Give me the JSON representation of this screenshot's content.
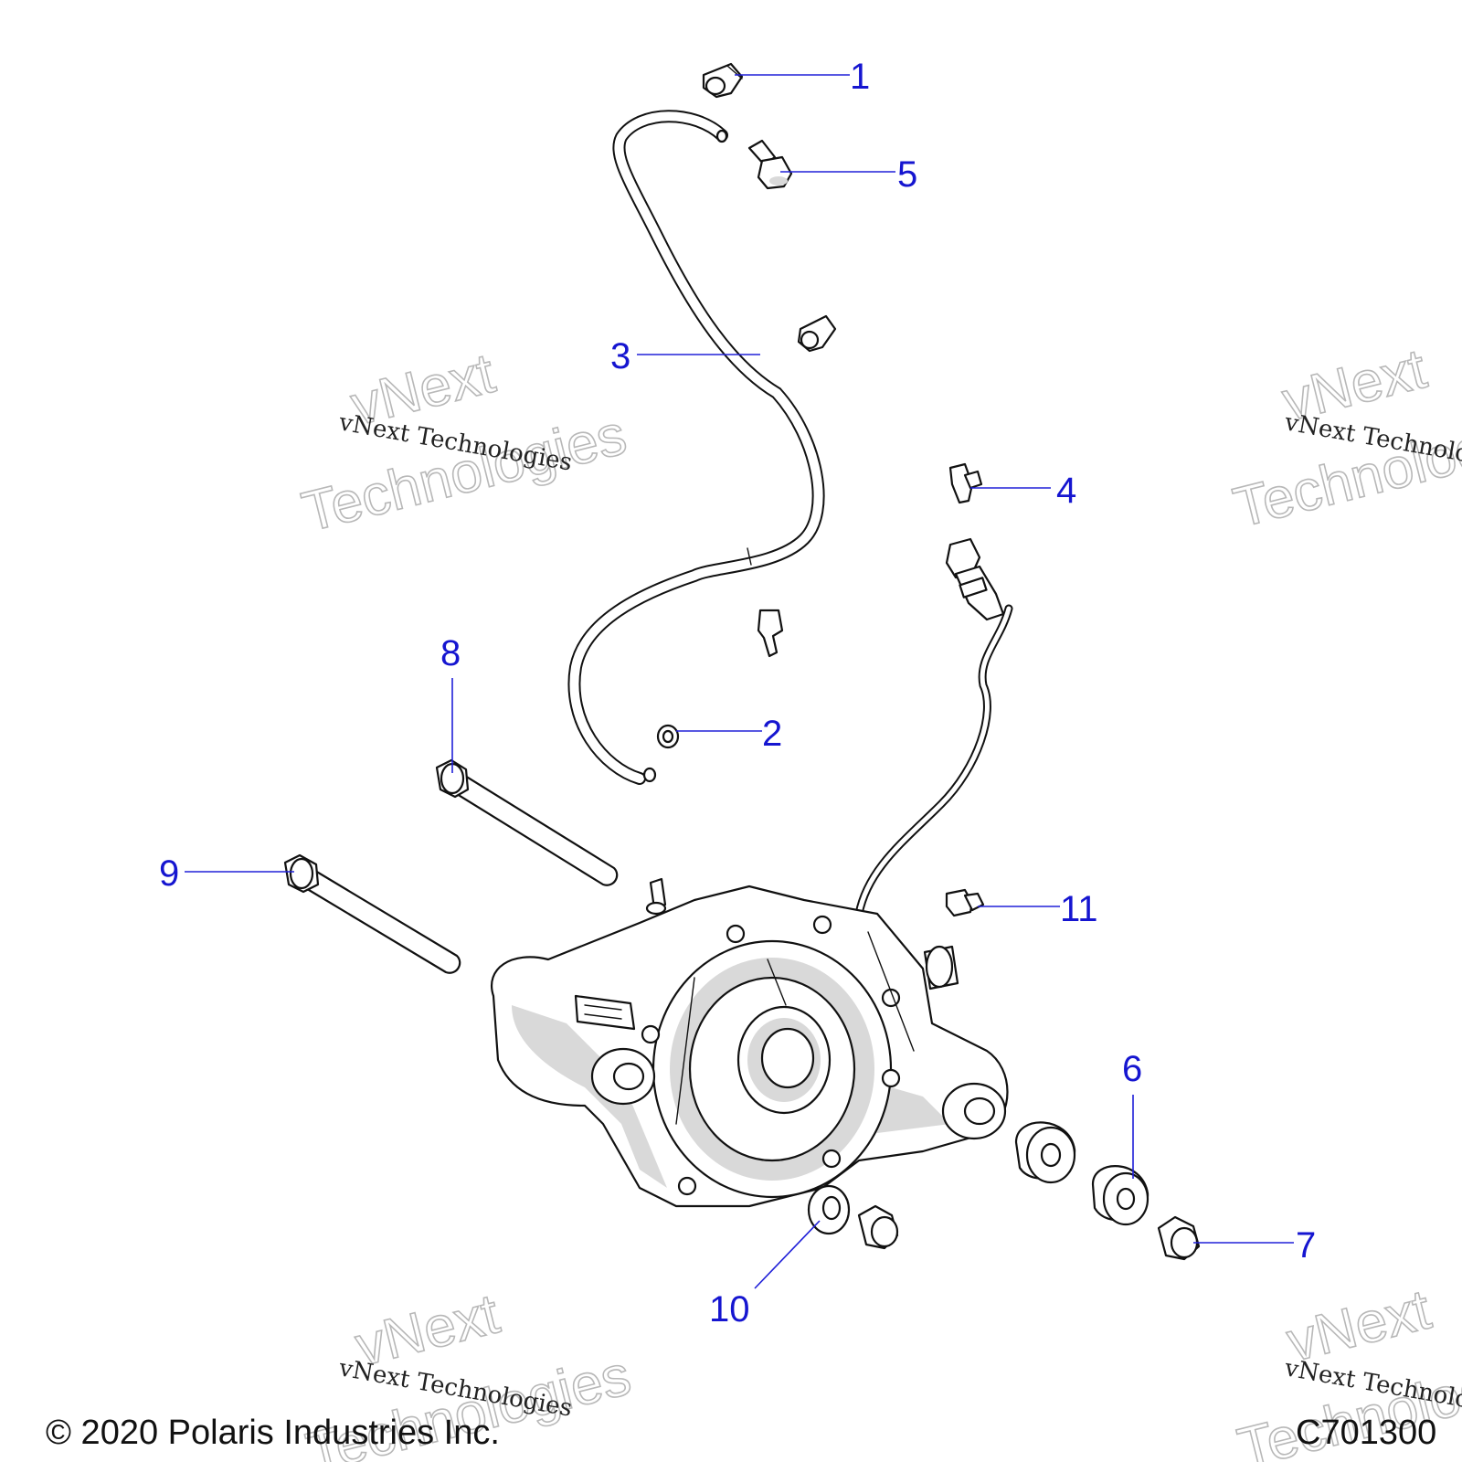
{
  "callouts": [
    {
      "id": "1",
      "label": "1"
    },
    {
      "id": "2",
      "label": "2"
    },
    {
      "id": "3",
      "label": "3"
    },
    {
      "id": "4",
      "label": "4"
    },
    {
      "id": "5",
      "label": "5"
    },
    {
      "id": "6",
      "label": "6"
    },
    {
      "id": "7",
      "label": "7"
    },
    {
      "id": "8",
      "label": "8"
    },
    {
      "id": "9",
      "label": "9"
    },
    {
      "id": "10",
      "label": "10"
    },
    {
      "id": "11",
      "label": "11"
    }
  ],
  "watermark": {
    "small": "vNext Technologies",
    "big_line1": "vNext",
    "big_line2": "Technologies"
  },
  "footer": {
    "copyright": "© 2020 Polaris Industries Inc.",
    "code": "C701300"
  },
  "colors": {
    "callout": "#1515d0",
    "line": "#111111",
    "shade": "#d9d9d9"
  }
}
